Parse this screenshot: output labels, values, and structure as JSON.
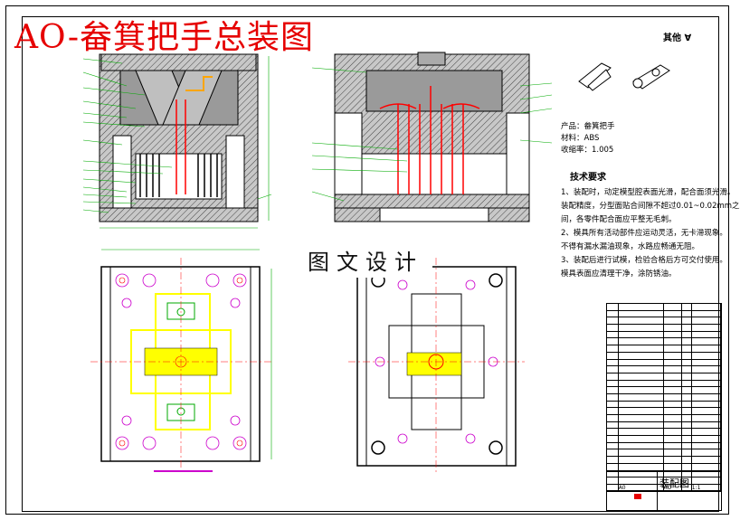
{
  "drawing_title": "AO-畚箕把手总装图",
  "watermark": "图文设计",
  "roughness_symbol": "其他 ∀",
  "product": {
    "name_line": "产品：畚箕把手",
    "material_line": "材料：ABS",
    "shrink_line": "收缩率：1.005"
  },
  "tech_requirements": {
    "heading": "技术要求",
    "lines": [
      "1、装配时，动定模型腔表面光滑，配合面须光滑。",
      "装配精度，分型面贴合间隙不超过0.01~0.02mm之",
      "间，各零件配合面应平整无毛刺。",
      "2、模具所有活动部件应运动灵活，无卡滞现象。",
      "不得有漏水漏油现象，水路应畅通无阻。",
      "3、装配后进行试模，检验合格后方可交付使用。",
      "模具表面应清理干净，涂防锈油。"
    ]
  },
  "title_block": {
    "drawing_name": "装配图",
    "label_a": "A0",
    "label_b": "AO",
    "scale": "1:1"
  },
  "colors": {
    "title_red": "#e60000",
    "part_yellow": "#ffff00",
    "line_magenta": "#cc00cc",
    "line_green": "#00aa00",
    "mold_gray": "#b0b0b0",
    "highlight_red": "#ff0000"
  }
}
